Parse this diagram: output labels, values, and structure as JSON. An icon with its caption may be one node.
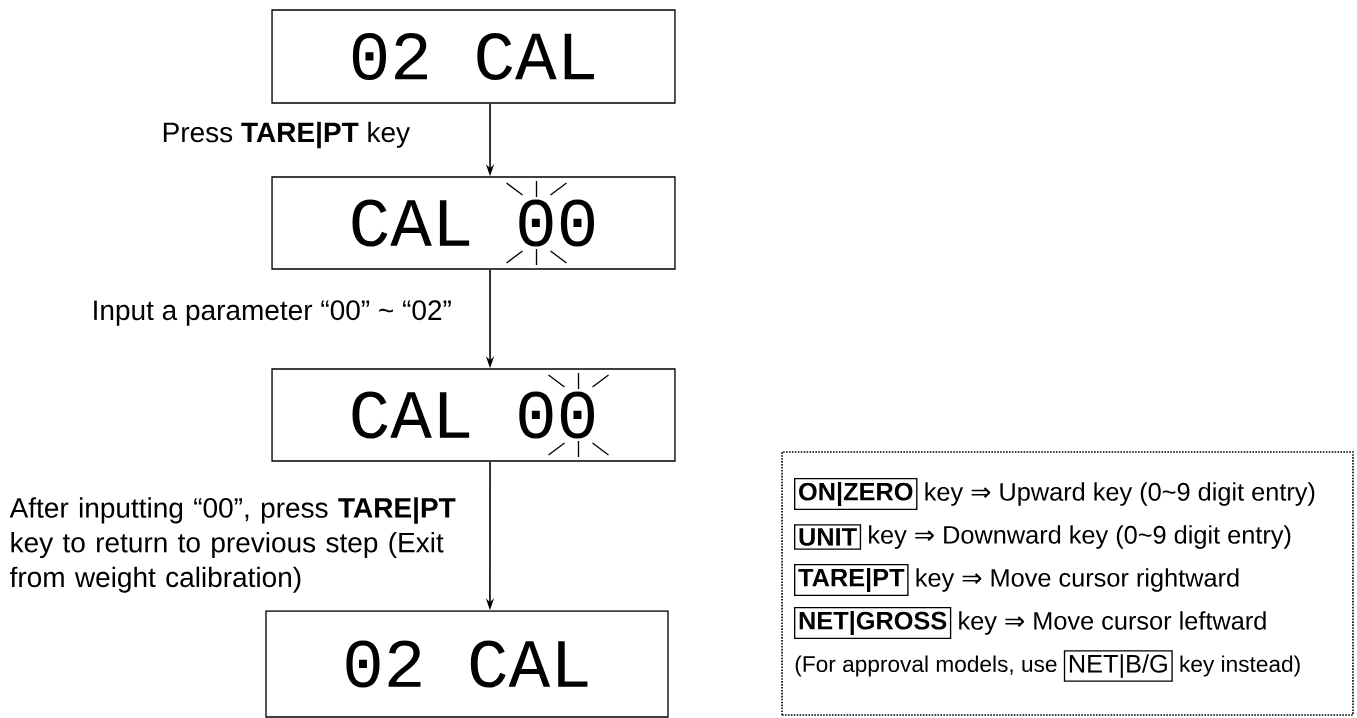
{
  "diagram": {
    "nodes": [
      {
        "text": [
          "02 CAL"
        ]
      },
      {
        "text": [
          "CAL 00"
        ]
      },
      {
        "text": [
          "CAL 00"
        ]
      },
      {
        "text": [
          "02 CAL"
        ]
      },
      {
        "text": [
          "ON|ZERO",
          "key ⇒ Upward key (0~9 digit entry)",
          "UNIT",
          "key ⇒ Downward key (0~9 digit entry)",
          "TARE|PT",
          "key ⇒ Move cursor rightward",
          "NET|GROSS",
          "key ⇒ Move cursor leftward",
          "(For approval models, use",
          "NET|B/G",
          "key instead)"
        ]
      }
    ],
    "edges": [
      {
        "from": 0,
        "to": 1,
        "arrow": "to",
        "label": "Press **TARE|PT** key"
      },
      {
        "from": 1,
        "to": 2,
        "arrow": "to",
        "label": "Input a parameter “00” ~ “02”"
      },
      {
        "from": 2,
        "to": 3,
        "arrow": "to",
        "label": "After inputting “00”, press **TARE|PT** key to return to previous step (Exit from weight calibration)"
      }
    ]
  }
}
